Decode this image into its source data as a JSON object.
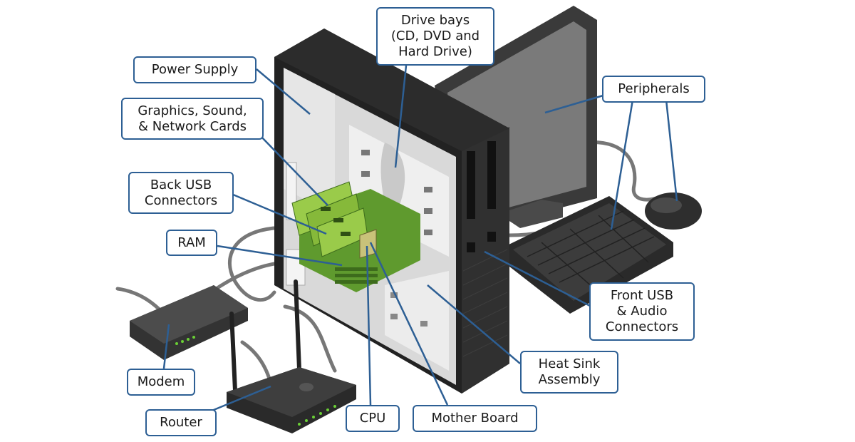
{
  "labels": {
    "drive_bays": [
      "Drive bays",
      "(CD, DVD and",
      "Hard Drive)"
    ],
    "power_supply": [
      "Power Supply"
    ],
    "peripherals": [
      "Peripherals"
    ],
    "cards": [
      "Graphics, Sound,",
      "& Network Cards"
    ],
    "back_usb": [
      "Back USB",
      "Connectors"
    ],
    "ram": [
      "RAM"
    ],
    "front_usb": [
      "Front USB",
      "& Audio",
      "Connectors"
    ],
    "heat_sink": [
      "Heat Sink",
      "Assembly"
    ],
    "modem": [
      "Modem"
    ],
    "router": [
      "Router"
    ],
    "cpu": [
      "CPU"
    ],
    "mother_board": [
      "Mother Board"
    ]
  },
  "colors": {
    "label_border": "#2d5f94",
    "leader_line": "#2d5f94",
    "case_dark": "#2b2b2b",
    "interior": "#d9d9d9",
    "board_green": "#5f9a2e",
    "card_green": "#9acb4a",
    "background": "#ffffff"
  }
}
